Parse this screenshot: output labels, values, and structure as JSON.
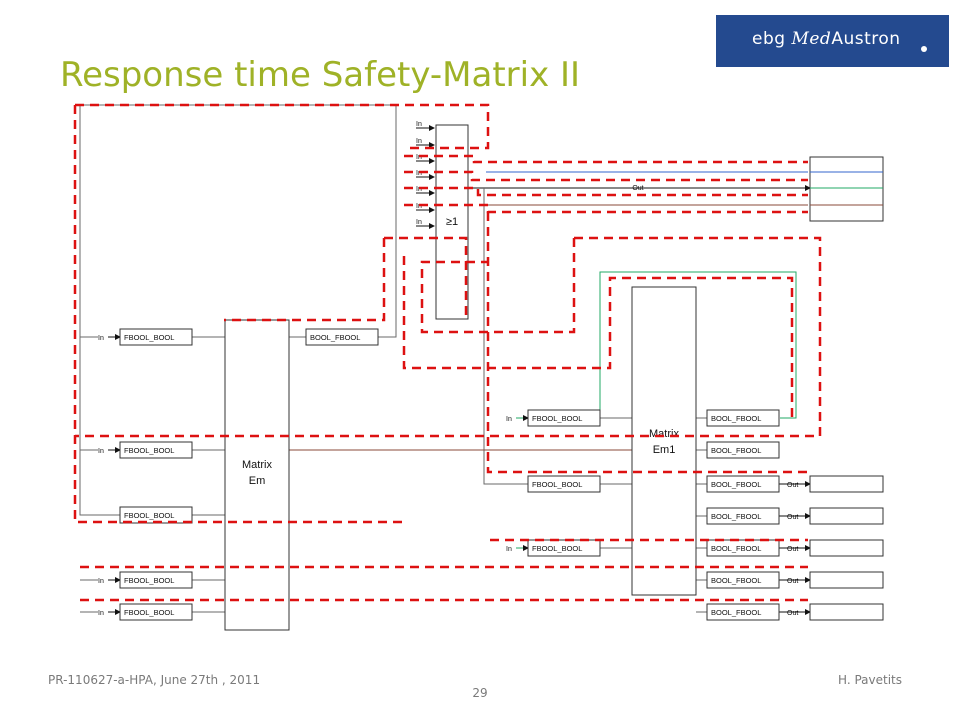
{
  "slide": {
    "title": "Response time Safety-Matrix II",
    "footer_left": "PR-110627-a-HPA, June 27th , 2011",
    "footer_right": "H. Pavetits",
    "page_number": "29"
  },
  "logo": {
    "text_prefix": "ebg ",
    "text_italic": "Med",
    "text_suffix": "Austron",
    "color": "#244a8f"
  },
  "colors": {
    "title": "#9fb227",
    "dashed_path": "#dd1111",
    "wire_default": "#6a6a6a",
    "wire_blue": "#3366cc",
    "wire_green": "#22aa66",
    "wire_brown": "#8a4a3a"
  },
  "diagram": {
    "or_gate": {
      "symbol": "≥1",
      "inputs": [
        "In",
        "In",
        "In",
        "In",
        "In",
        "In",
        "In"
      ]
    },
    "or_output_label": "Out",
    "matrix_em": [
      "Matrix",
      "Em"
    ],
    "matrix_em1": [
      "Matrix",
      "Em1"
    ],
    "left_blocks": [
      {
        "in_label": "In",
        "block": "FBOOL_BOOL"
      },
      {
        "in_label": "In",
        "block": "FBOOL_BOOL"
      },
      {
        "in_label": "",
        "block": "FBOOL_BOOL"
      },
      {
        "in_label": "In",
        "block": "FBOOL_BOOL"
      },
      {
        "in_label": "In",
        "block": "FBOOL_BOOL"
      }
    ],
    "em_output_block": "BOOL_FBOOL",
    "em1_input_blocks": [
      {
        "in_label": "In",
        "block": "FBOOL_BOOL"
      },
      {
        "in_label": "",
        "block": "FBOOL_BOOL"
      },
      {
        "in_label": "In",
        "block": "FBOOL_BOOL"
      }
    ],
    "em1_output_blocks": [
      {
        "block": "BOOL_FBOOL",
        "out_label": ""
      },
      {
        "block": "BOOL_FBOOL",
        "out_label": ""
      },
      {
        "block": "BOOL_FBOOL",
        "out_label": "Out"
      },
      {
        "block": "BOOL_FBOOL",
        "out_label": "Out"
      },
      {
        "block": "BOOL_FBOOL",
        "out_label": "Out"
      },
      {
        "block": "BOOL_FBOOL",
        "out_label": "Out"
      },
      {
        "block": "BOOL_FBOOL",
        "out_label": "Out"
      }
    ]
  }
}
